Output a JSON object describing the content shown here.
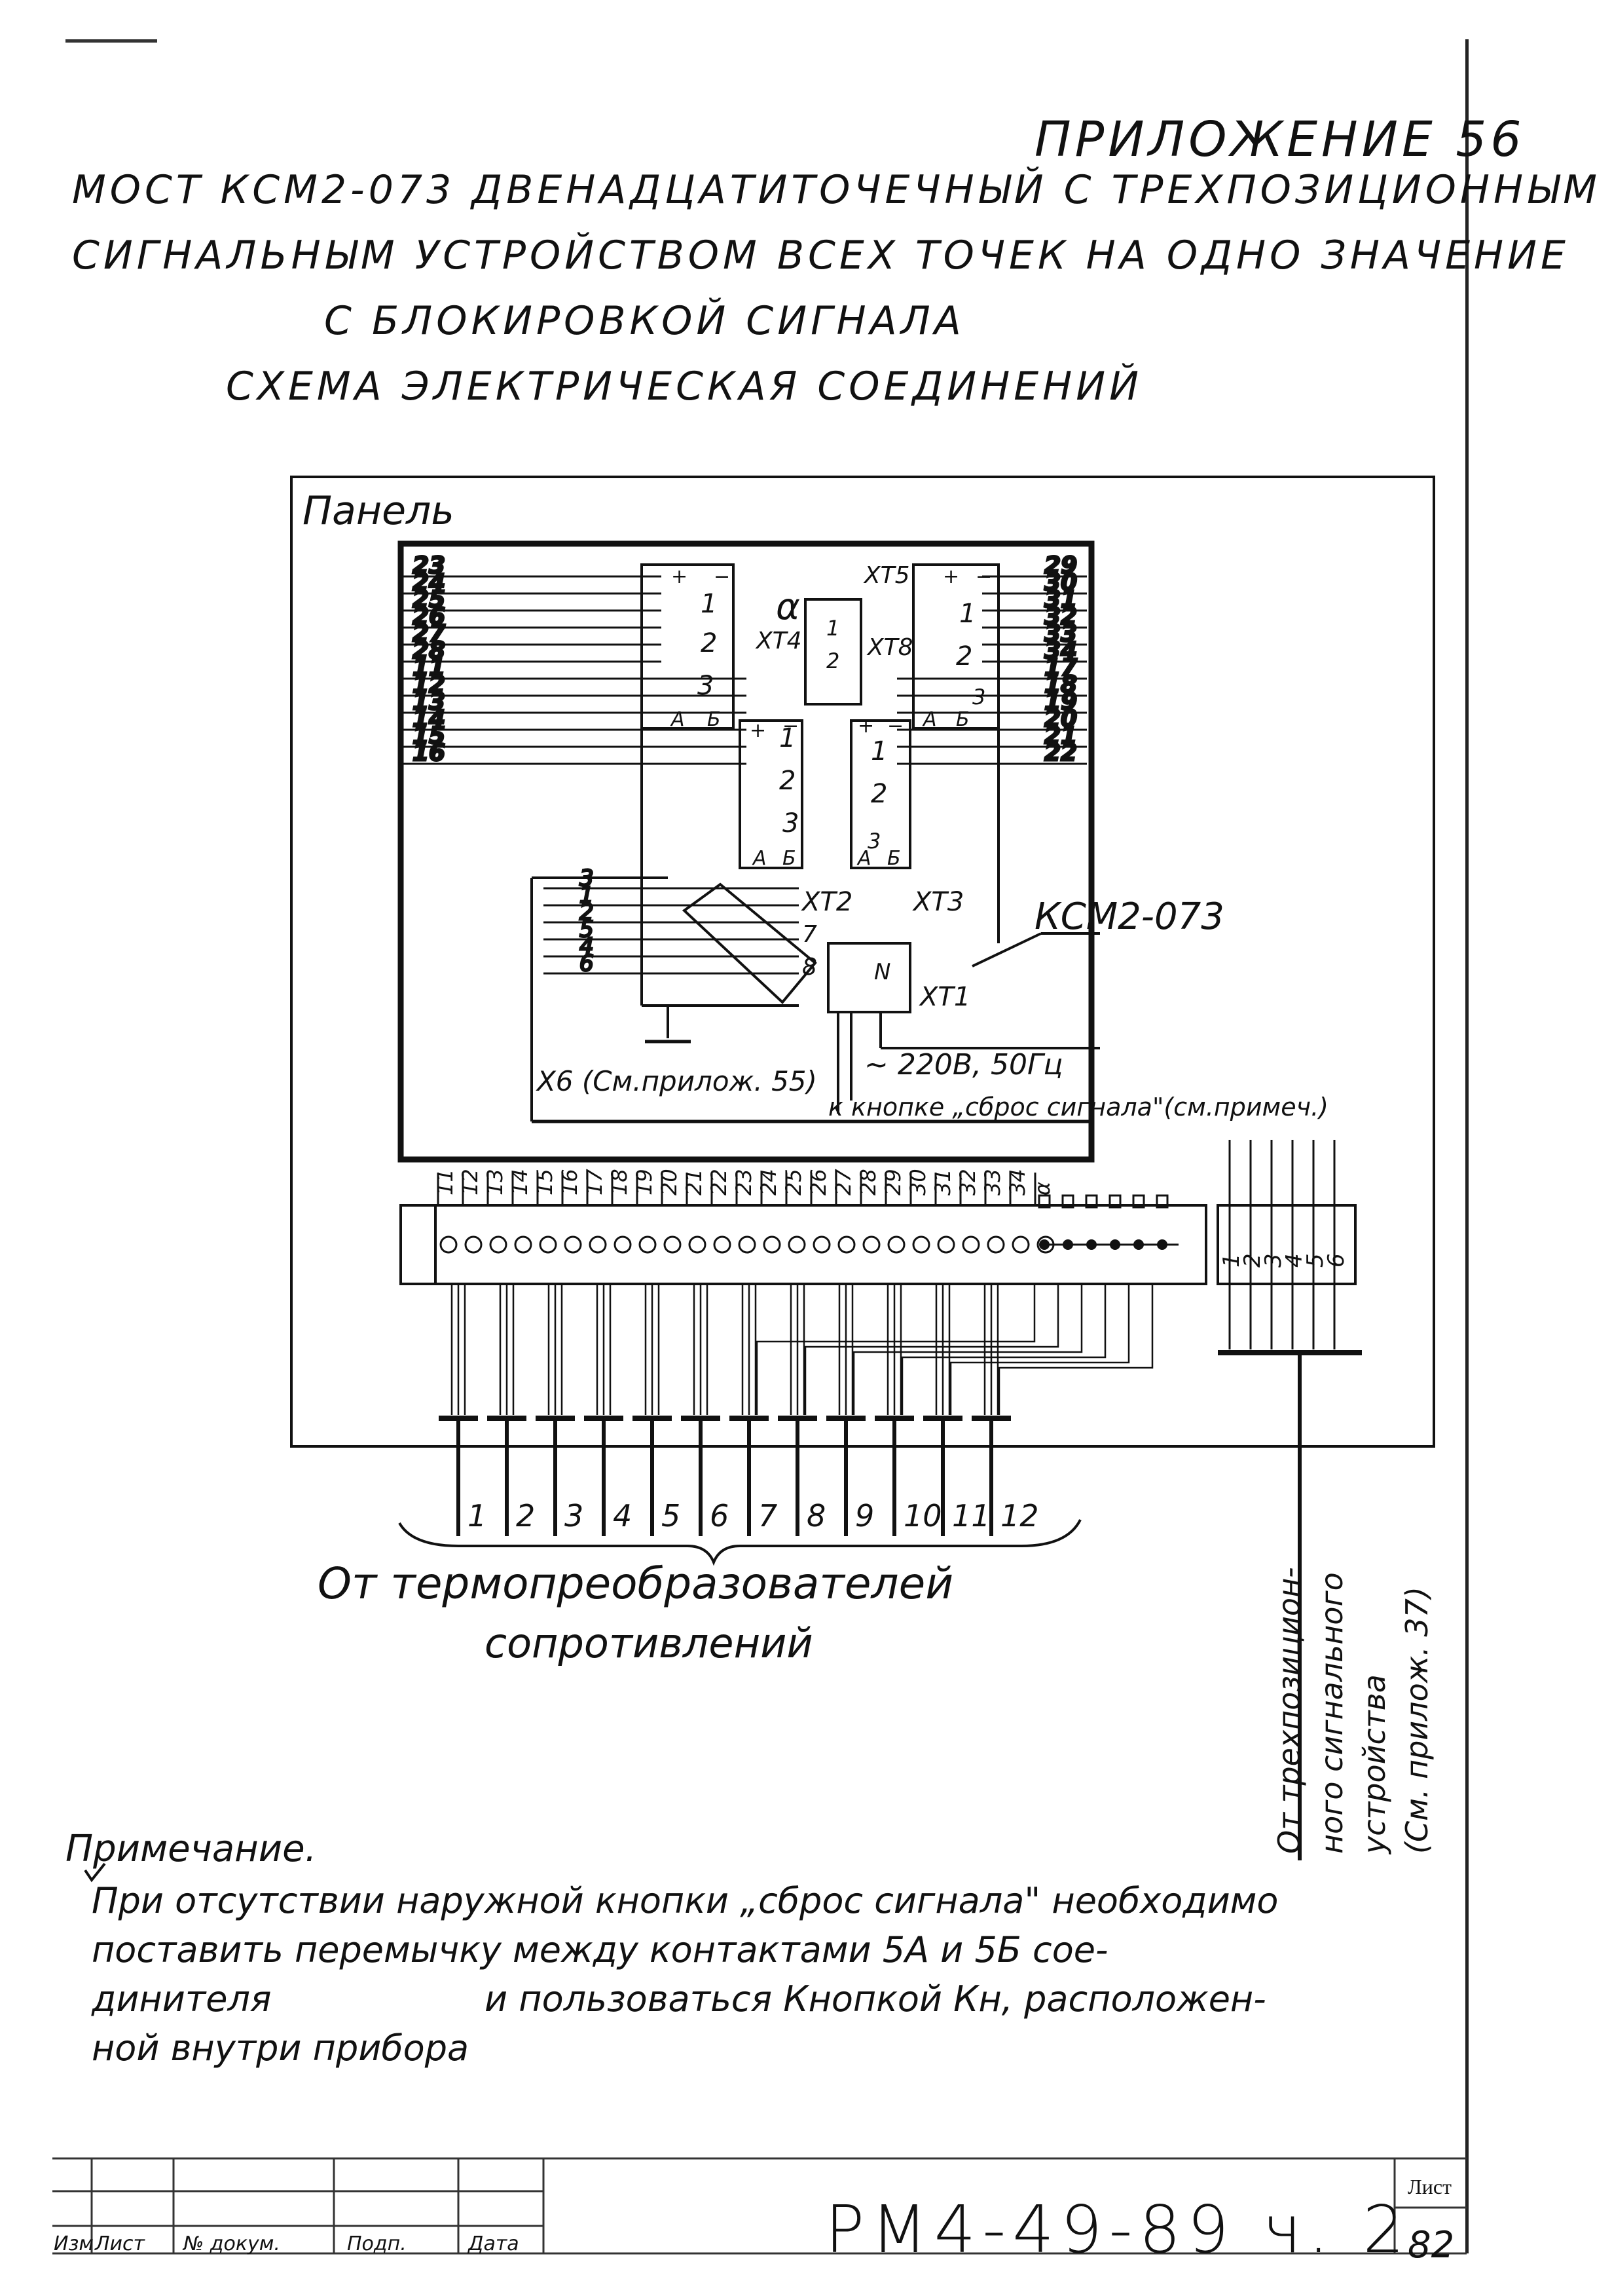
{
  "header": {
    "appendix": "ПРИЛОЖЕНИЕ 56",
    "title_lines": [
      "МОСТ КСМ2-073 ДВЕНАДЦАТИТОЧЕЧНЫЙ С ТРЕХПОЗИЦИОННЫМ",
      "СИГНАЛЬНЫМ УСТРОЙСТВОМ ВСЕХ ТОЧЕК НА ОДНО ЗНАЧЕНИЕ",
      "С БЛОКИРОВКОЙ СИГНАЛА",
      "СХЕМА ЭЛЕКТРИЧЕСКАЯ СОЕДИНЕНИЙ"
    ]
  },
  "diagram": {
    "panel_label": "Панель",
    "device_label": "КСМ2-073",
    "connectors": {
      "xt1": "XT1",
      "xt2": "XT2",
      "xt3": "XT3",
      "xt4": "XT4",
      "xt5": "XT5",
      "xt8": "XT8",
      "n_label": "N",
      "ab_label_a": "А",
      "ab_label_b": "Б",
      "plus": "+",
      "minus": "−",
      "alpha": "α"
    },
    "left_wire_numbers": [
      "23",
      "24",
      "25",
      "26",
      "27",
      "28",
      "11",
      "12",
      "13",
      "14",
      "15",
      "16"
    ],
    "right_wire_numbers": [
      "29",
      "30",
      "31",
      "32",
      "33",
      "34",
      "17",
      "18",
      "19",
      "20",
      "21",
      "22"
    ],
    "x6_wire_numbers": [
      "3",
      "1",
      "2",
      "5",
      "4",
      "6"
    ],
    "x6_right_numbers": [
      "7",
      "8"
    ],
    "terminal_pins_1_3": [
      "1",
      "2",
      "3"
    ],
    "xt8_pins": [
      "1",
      "2"
    ],
    "x6_label": "X6 (См.прилож. 55)",
    "power_label": "~ 220В, 50Гц",
    "reset_label": "к кнопке „сброс сигнала\"(см.примеч.)",
    "strip_numbers": [
      "11",
      "12",
      "13",
      "14",
      "15",
      "16",
      "17",
      "18",
      "19",
      "20",
      "21",
      "22",
      "23",
      "24",
      "25",
      "26",
      "27",
      "28",
      "29",
      "30",
      "31",
      "32",
      "33",
      "34",
      "α"
    ],
    "strip2_numbers": [
      "1",
      "2",
      "3",
      "4",
      "5",
      "6"
    ],
    "sensor_numbers": [
      "1",
      "2",
      "3",
      "4",
      "5",
      "6",
      "7",
      "8",
      "9",
      "10",
      "11",
      "12"
    ],
    "sensor_caption_1": "От термопреобразователей",
    "sensor_caption_2": "сопротивлений",
    "side_caption": [
      "От трехпозицион-",
      "ного сигнального",
      "устройства",
      "(См. прилож. 37)"
    ]
  },
  "note": {
    "title": "Примечание.",
    "lines": [
      "При отсутствии наружной кнопки „сброс сигнала\" необходимо",
      "поставить перемычку между контактами 5А и 5Б сое-",
      "динителя",
      "и пользоваться Кнопкой Кн, расположен-",
      "ной внутри прибора"
    ]
  },
  "stamp": {
    "cols": [
      "Изм",
      "Лист",
      "№ докум.",
      "Подп.",
      "Дата"
    ],
    "doc_number": "РМ4-49-89 ч. 2",
    "sheet_label": "Лист",
    "sheet_number": "82"
  }
}
